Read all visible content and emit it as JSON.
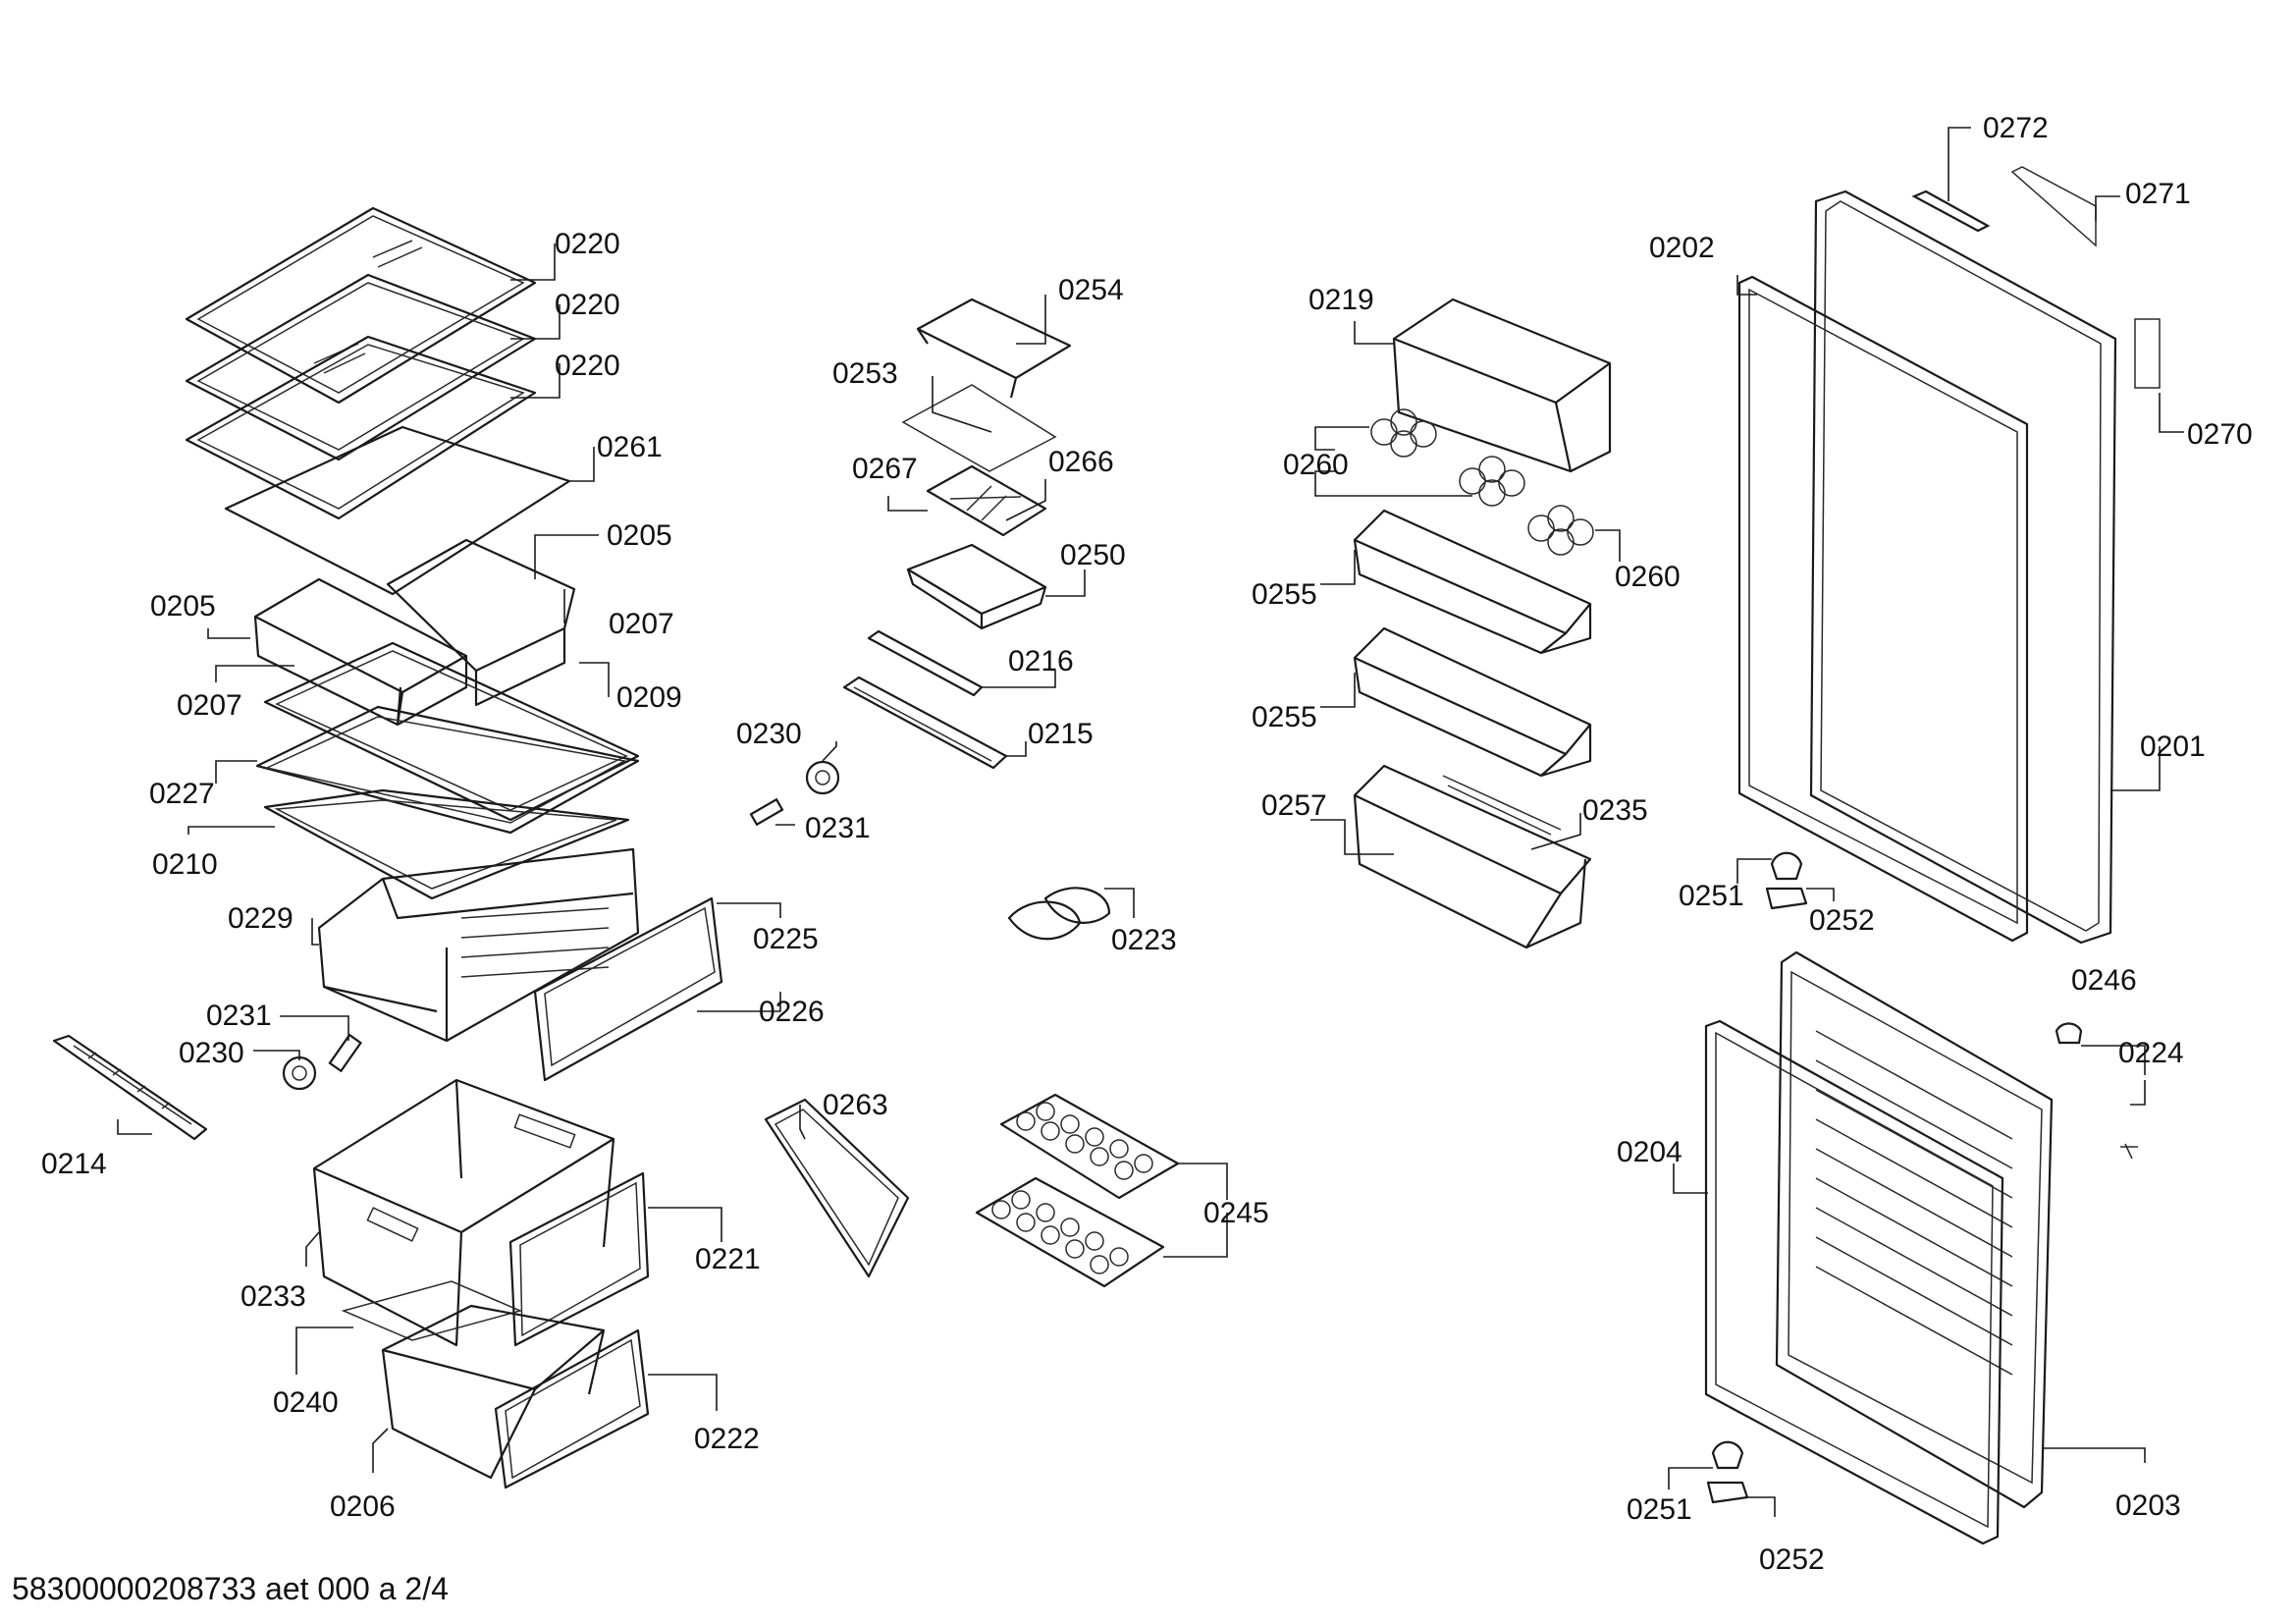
{
  "labels": {
    "shelf_1": "0220",
    "shelf_2": "0220",
    "shelf_3": "0220",
    "shelf_plate": "0261",
    "tray_r": "0205",
    "tray_l": "0205",
    "tray_r_rail": "0207",
    "tray_l_rail": "0207",
    "crisper_cover": "0209",
    "cover_frame": "0227",
    "glass_frame": "0210",
    "crisper_box": "0229",
    "crisper_front_1": "0225",
    "crisper_front_2": "0226",
    "roller_pin_l": "0231",
    "roller_l": "0230",
    "rail_left": "0214",
    "freezer_drawer": "0233",
    "drawer_front_1": "0221",
    "drawer_divider": "0240",
    "freezer_drawer_small": "0206",
    "drawer_front_2": "0222",
    "small_tray": "0254",
    "tray_plate": "0253",
    "egg_insert": "0267",
    "egg_insert_2": "0266",
    "small_box": "0250",
    "rail_small": "0216",
    "holder": "0215",
    "roller_m": "0230",
    "roller_pin_m": "0231",
    "clips": "0223",
    "plate": "0263",
    "ice_tray": "0245",
    "bottle_shelf": "0219",
    "egg_holder_1": "0260",
    "egg_holder_2": "0260",
    "door_bin_1": "0255",
    "door_bin_2": "0255",
    "door_bin_big": "0257",
    "bottle_holder": "0235",
    "cover_top": "0272",
    "label_plate": "0271",
    "fridge_gasket": "0202",
    "hinge_bracket": "0270",
    "fridge_door": "0201",
    "hinge_top": "0251",
    "hinge_cover": "0252",
    "cap": "0246",
    "screw": "0224",
    "freezer_gasket": "0204",
    "freezer_door": "0203",
    "hinge_bottom": "0251",
    "hinge_cover_bottom": "0252"
  },
  "footer": "58300000208733 aet 000 a 2/4"
}
